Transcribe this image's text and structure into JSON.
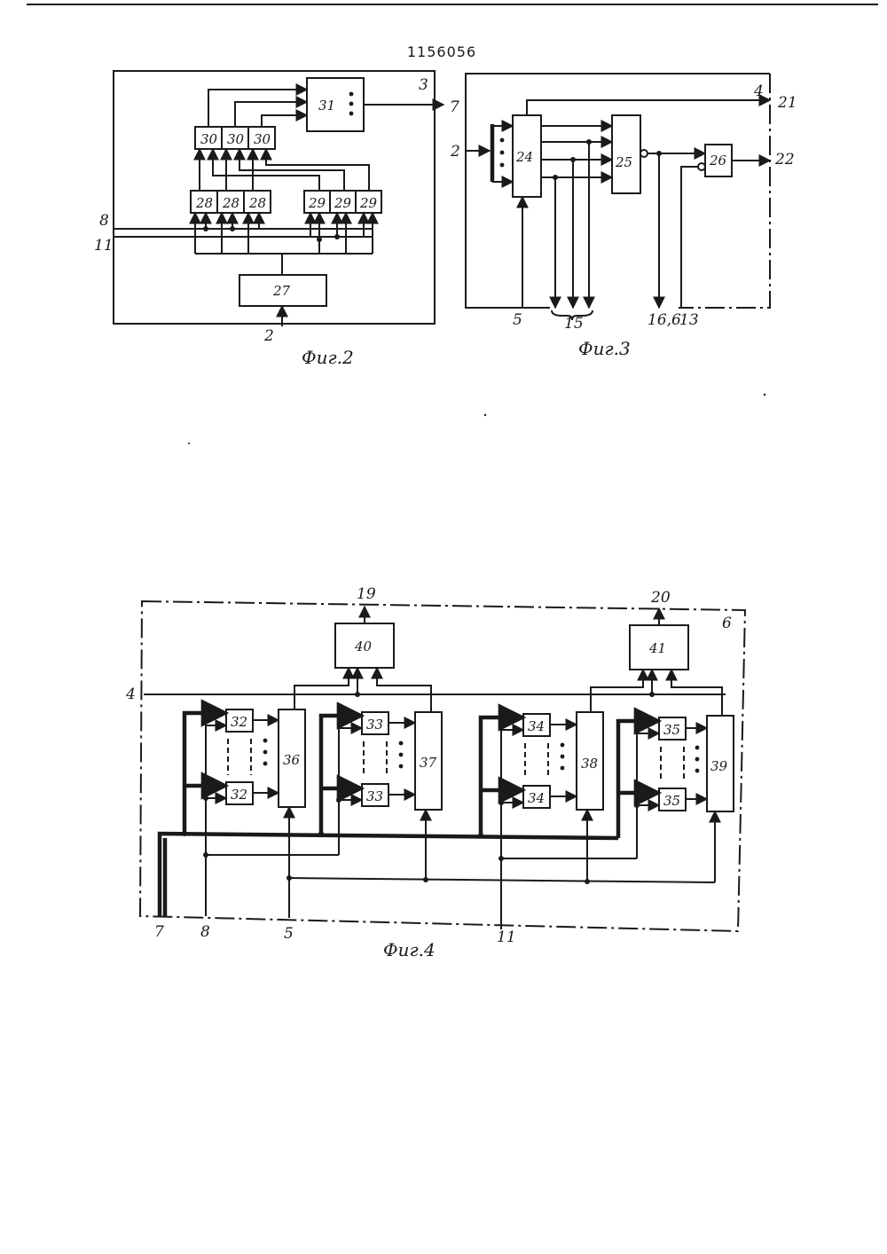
{
  "patent_number": "1156056",
  "fig2": {
    "caption": "Фиг.2",
    "frame_label": "3",
    "blocks": {
      "b31": "31",
      "b30": "30",
      "b28": "28",
      "b29": "29",
      "b27": "27"
    },
    "inputs": {
      "in8": "8",
      "in11": "11",
      "in2": "2"
    },
    "output": "7"
  },
  "fig3": {
    "caption": "Фиг.3",
    "blocks": {
      "b24": "24",
      "b25": "25",
      "b26": "26"
    },
    "inputs": {
      "in2": "2",
      "in5": "5",
      "in15": "15",
      "in16": "16,6",
      "in13": "13"
    },
    "outputs": {
      "out4": "4",
      "out21": "21",
      "out22": "22"
    }
  },
  "fig4": {
    "caption": "Фиг.4",
    "frame_label": "6",
    "blocks": {
      "b32": "32",
      "b33": "33",
      "b34": "34",
      "b35": "35",
      "b36": "36",
      "b37": "37",
      "b38": "38",
      "b39": "39",
      "b40": "40",
      "b41": "41"
    },
    "inputs": {
      "in4": "4",
      "in7": "7",
      "in8": "8",
      "in5": "5",
      "in11": "11"
    },
    "outputs": {
      "out19": "19",
      "out20": "20"
    }
  }
}
